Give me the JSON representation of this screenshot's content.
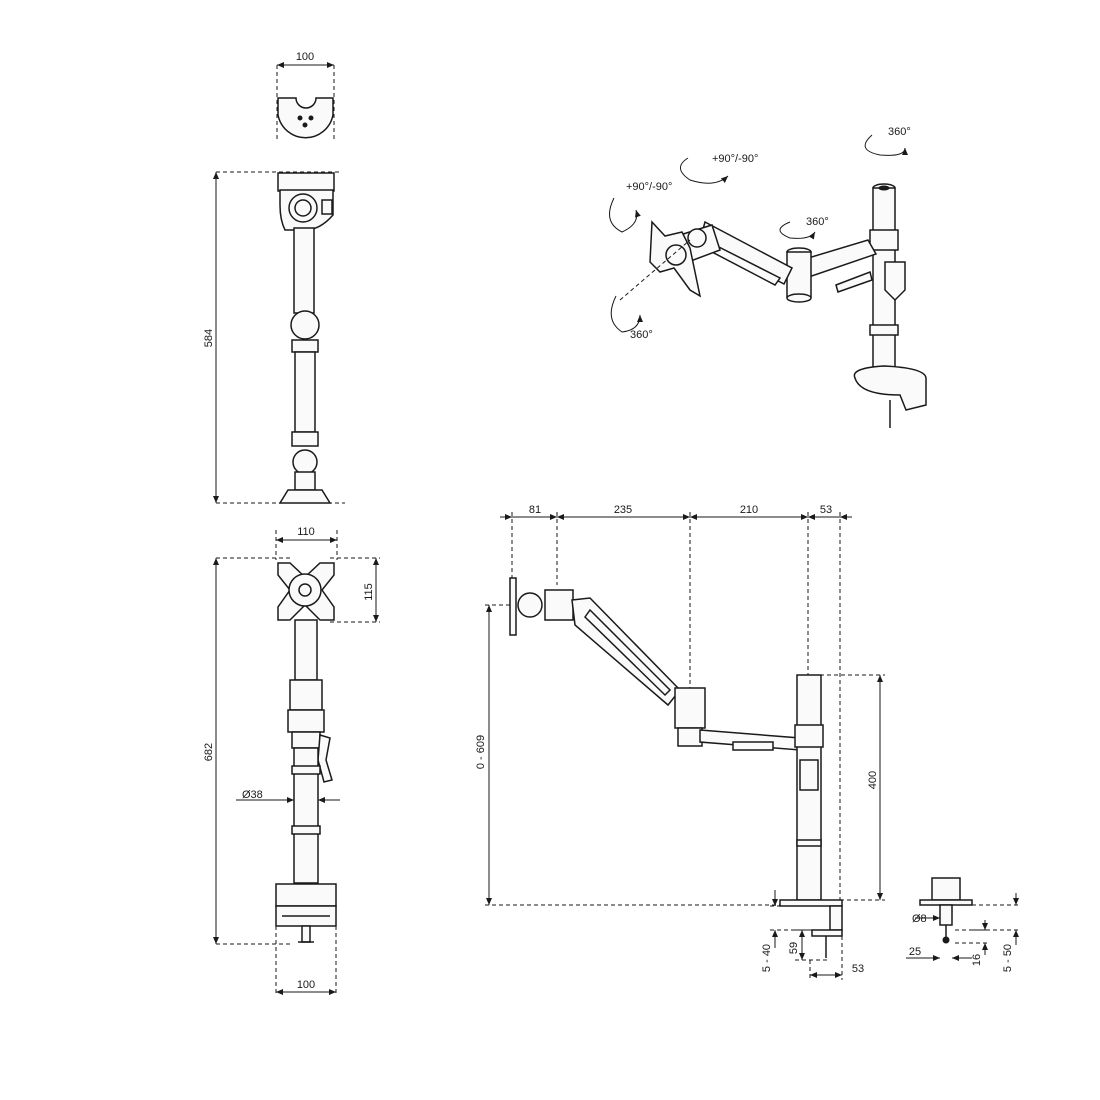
{
  "drawing": {
    "top_view": {
      "width_label": "100"
    },
    "side_view": {
      "height_label": "584"
    },
    "front_view": {
      "vesa_width_label": "110",
      "vesa_height_label": "115",
      "total_height_label": "682",
      "pole_diameter_label": "Ø38",
      "base_width_label": "100"
    },
    "iso_view": {
      "tilt_label": "+90°/-90°",
      "rotate_label": "+90°/-90°",
      "screen_rotation_label": "360°",
      "elbow_rotation_label": "360°",
      "pole_rotation_label": "360°"
    },
    "side_profile": {
      "reach_segments": [
        "81",
        "235",
        "210",
        "53"
      ],
      "height_range_label": "0 - 609",
      "pole_height_label": "400",
      "clamp_thickness_label": "5 - 40",
      "clamp_depth_label": "59",
      "clamp_offset_label": "53"
    },
    "grommet_detail": {
      "bolt_diameter_label": "Ø8",
      "offset_label": "25",
      "height_label": "16",
      "thickness_label": "5 - 50"
    }
  }
}
